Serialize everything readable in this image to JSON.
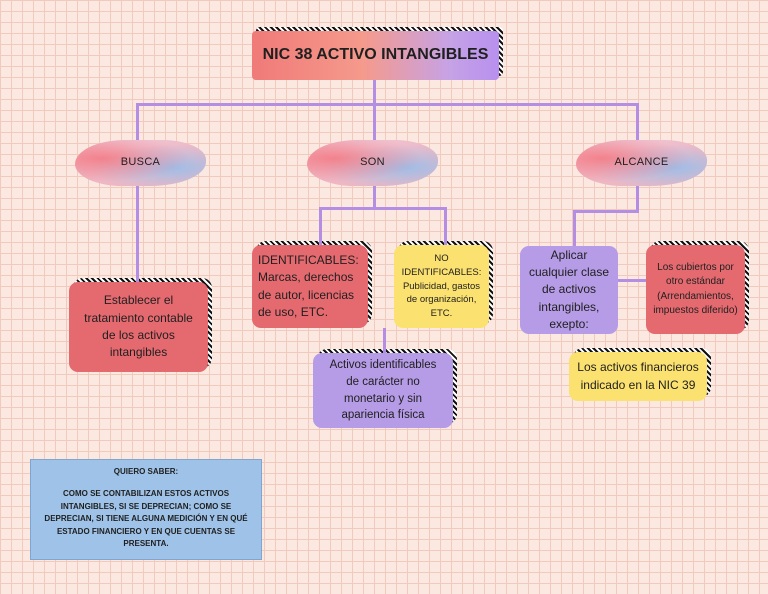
{
  "title": "NIC 38 ACTIVO INTANGIBLES",
  "branches": {
    "busca": "BUSCA",
    "son": "SON",
    "alcance": "ALCANCE"
  },
  "busca_text": "Establecer el tratamiento contable de los activos intangibles",
  "identificables": "IDENTIFICABLES: Marcas, derechos de autor, licencias de uso, ETC.",
  "no_identificables": "NO IDENTIFICABLES: Publicidad, gastos de organización, ETC.",
  "activos_identificables": "Activos identificables de carácter no monetario y sin apariencia física",
  "aplicar": "Aplicar cualquier clase de activos intangibles, exepto:",
  "cubiertos": "Los cubiertos por otro estándar (Arrendamientos, impuestos diferido)",
  "financieros": "Los activos financieros indicado en la NIC 39",
  "quiero_saber": {
    "title": "QUIERO SABER:",
    "body": "COMO SE CONTABILIZAN ESTOS ACTIVOS INTANGIBLES, SI SE DEPRECIAN; COMO SE DEPRECIAN, SI TIENE ALGUNA MEDICIÓN Y EN QUÉ ESTADO FINANCIERO Y EN QUE CUENTAS SE PRESENTA."
  },
  "colors": {
    "connector": "#b48ee3",
    "red_box": "#e46a70",
    "yellow_box": "#fbe16f",
    "purple_box": "#b69be6",
    "info_box": "#9fc3e8"
  }
}
